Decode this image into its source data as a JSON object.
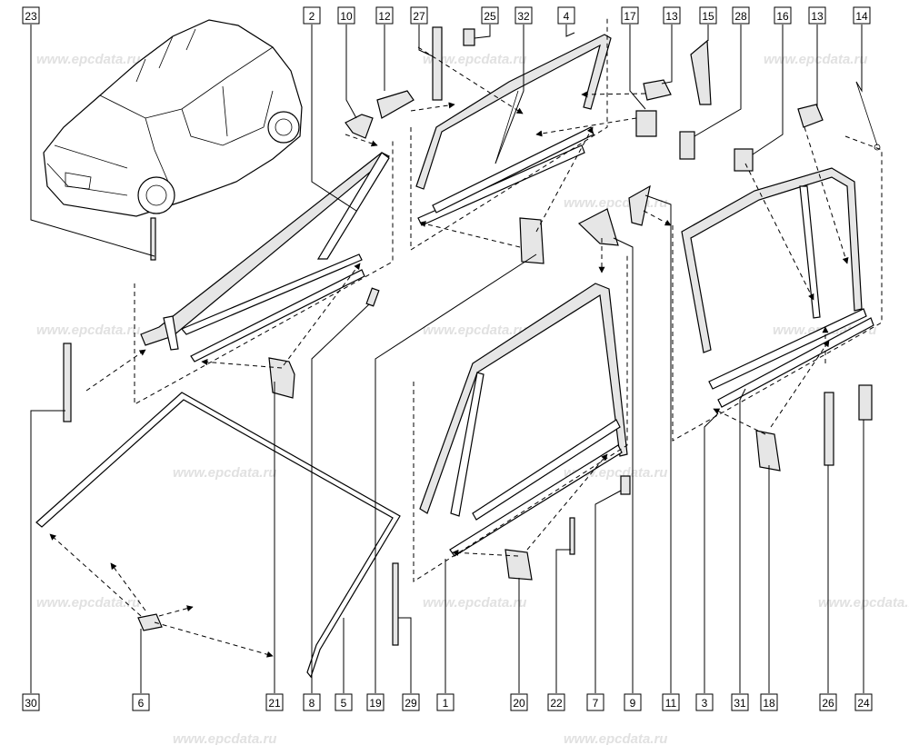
{
  "watermark": "www.epcdata.ru",
  "top_callouts": [
    "23",
    "2",
    "10",
    "12",
    "27",
    "25",
    "32",
    "4",
    "17",
    "13",
    "15",
    "28",
    "16",
    "13",
    "14"
  ],
  "bottom_callouts": [
    "30",
    "6",
    "21",
    "8",
    "5",
    "19",
    "29",
    "1",
    "20",
    "22",
    "7",
    "9",
    "11",
    "3",
    "31",
    "18",
    "26",
    "24"
  ]
}
